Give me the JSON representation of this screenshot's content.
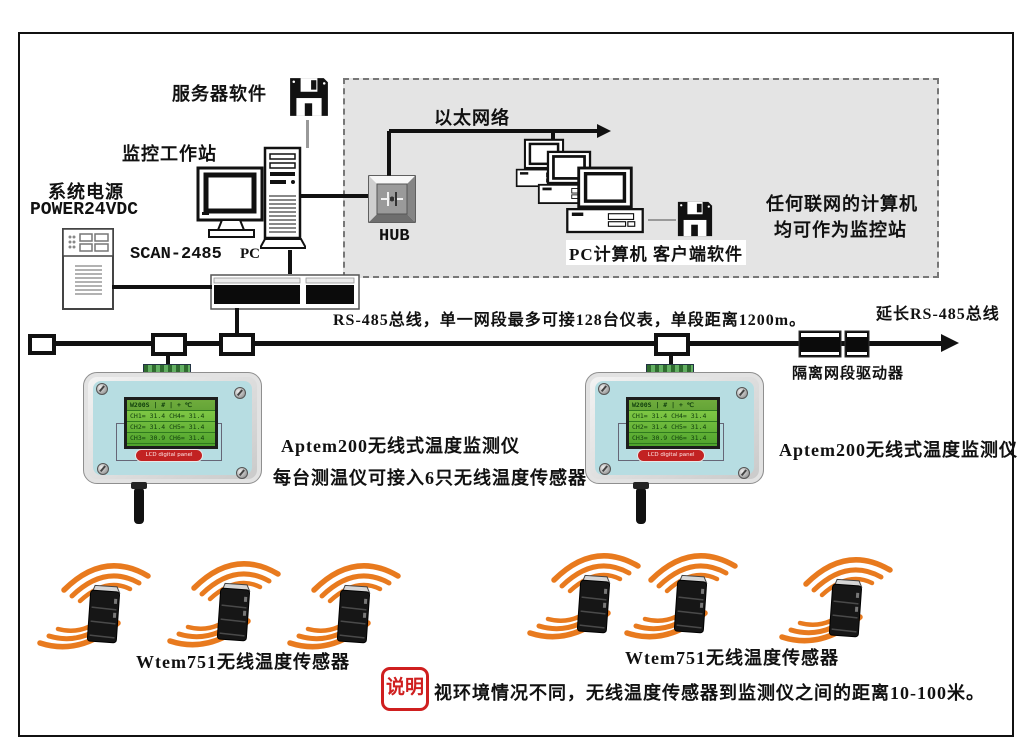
{
  "colors": {
    "wireless_orange": "#e87a1e",
    "lcd_green": "#6cc13a",
    "device_blue": "#b7dde2",
    "badge_red": "#cf1f1f",
    "panel_gray": "#e4e4e4"
  },
  "workstation": {
    "server_software": "服务器软件",
    "monitor_station": "监控工作站",
    "system_power": "系统电源",
    "power_model": "POWER24VDC",
    "scan_model": "SCAN-2485",
    "pc": "PC"
  },
  "lan": {
    "ethernet": "以太网络",
    "hub": "HUB",
    "pc_computer": "PC计算机",
    "client_software": "客户端软件",
    "note_line1": "任何联网的计算机",
    "note_line2": "均可作为监控站"
  },
  "bus": {
    "note": "RS-485总线，单一网段最多可接128台仪表，单段距离1200m。",
    "extend": "延长RS-485总线",
    "driver": "隔离网段驱动器"
  },
  "monitors": {
    "left_label": "Aptem200无线式温度监测仪",
    "left_note": "每台测温仪可接入6只无线温度传感器",
    "right_label": "Aptem200无线式温度监测仪"
  },
  "lcd": {
    "header": "W200S | # | + ℃",
    "rows": [
      "CH1= 31.4  CH4= 31.4",
      "CH2= 31.4  CH5= 31.4",
      "CH3= 30.9  CH6= 31.4"
    ],
    "badge": "LCD digital panel"
  },
  "sensors": {
    "left_label": "Wtem751无线温度传感器",
    "right_label": "Wtem751无线温度传感器"
  },
  "footnote": {
    "badge": "说明",
    "text": "视环境情况不同，无线温度传感器到监测仪之间的距离10-100米。"
  }
}
